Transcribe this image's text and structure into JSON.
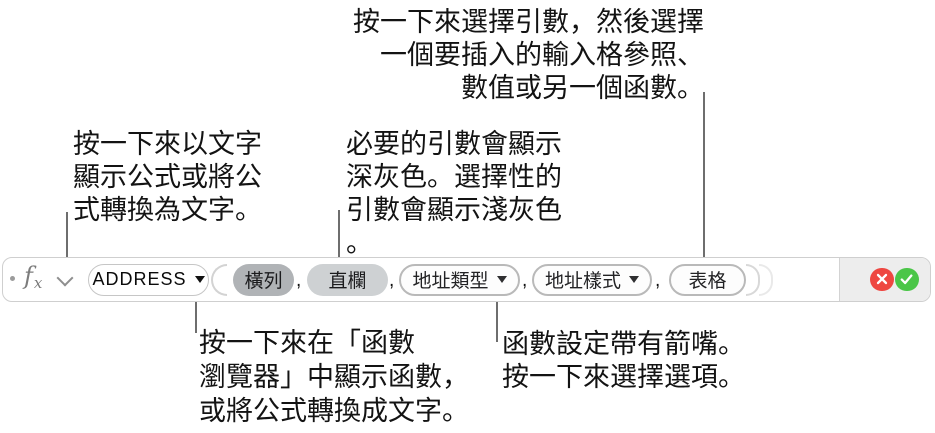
{
  "colors": {
    "background": "#ffffff",
    "bar_border": "#cfcfcf",
    "actions_background": "#ededed",
    "required_token_selected": "#b0b3b6",
    "required_token": "#ced1d3",
    "optional_token_border": "#b9b9b9",
    "cancel_red": "#ee4741",
    "accept_green": "#4bc648",
    "callout_line": "#6e6e6e",
    "fx_gray": "#7c7c7c"
  },
  "callouts": {
    "top": {
      "line1": "按一下來選擇引數，然後選擇",
      "line2": "一個要插入的輸入格參照、",
      "line3": "數值或另一個函數。"
    },
    "left": {
      "line1": "按一下來以文字",
      "line2": "顯示公式或將公",
      "line3": "式轉換為文字。"
    },
    "middle": {
      "line1": "必要的引數會顯示",
      "line2": "深灰色。選擇性的",
      "line3": "引數會顯示淺灰色",
      "line4": "。"
    },
    "bottom_left": {
      "line1": "按一下來在「函數",
      "line2": "瀏覽器」中顯示函數，",
      "line3": "或將公式轉換成文字。"
    },
    "bottom_right": {
      "line1": "函數設定帶有箭嘴。",
      "line2": "按一下來選擇選項。"
    }
  },
  "formula_bar": {
    "fx_f": "f",
    "fx_x": "x",
    "function_name": "ADDRESS",
    "open_paren": "(",
    "close_paren": "))",
    "separator": ",",
    "arguments": [
      {
        "label": "橫列",
        "style": "required-selected",
        "has_arrow": false
      },
      {
        "label": "直欄",
        "style": "required",
        "has_arrow": false
      },
      {
        "label": "地址類型",
        "style": "optional",
        "has_arrow": true
      },
      {
        "label": "地址樣式",
        "style": "optional",
        "has_arrow": true
      },
      {
        "label": "表格",
        "style": "optional",
        "has_arrow": false
      }
    ]
  }
}
